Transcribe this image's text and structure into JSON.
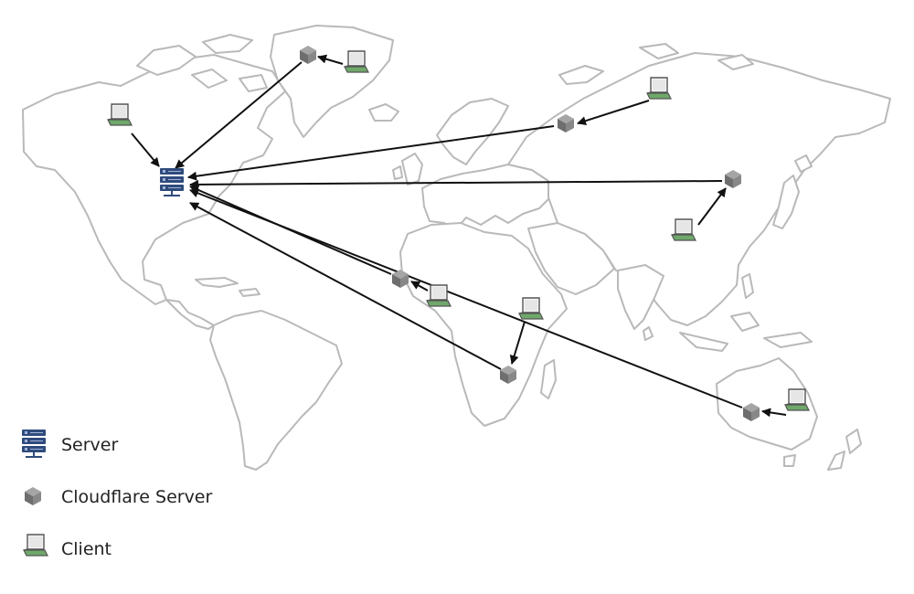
{
  "legend": {
    "server": {
      "label": "Server",
      "icon": "server-rack-icon"
    },
    "cloudflare": {
      "label": "Cloudflare Server",
      "icon": "cloudflare-cube-icon"
    },
    "client": {
      "label": "Client",
      "icon": "laptop-icon"
    }
  },
  "colors": {
    "land_outline": "#b9b9b9",
    "arrow": "#111111",
    "server_blue": "#2f4b7c",
    "cube_gray": "#777777",
    "laptop_green": "#6fa86a"
  },
  "network": {
    "origin": "origin-server-north-america",
    "edges": [
      {
        "from": "client-north-america",
        "to": "origin-server-north-america"
      },
      {
        "from": "client-greenland",
        "to": "cloudflare-greenland"
      },
      {
        "from": "cloudflare-greenland",
        "to": "origin-server-north-america"
      },
      {
        "from": "client-russia",
        "to": "cloudflare-russia"
      },
      {
        "from": "cloudflare-russia",
        "to": "origin-server-north-america"
      },
      {
        "from": "client-china",
        "to": "cloudflare-east-asia"
      },
      {
        "from": "cloudflare-east-asia",
        "to": "origin-server-north-america"
      },
      {
        "from": "client-west-africa",
        "to": "cloudflare-west-africa"
      },
      {
        "from": "cloudflare-west-africa",
        "to": "origin-server-north-america"
      },
      {
        "from": "client-east-africa",
        "to": "cloudflare-southern-africa"
      },
      {
        "from": "cloudflare-southern-africa",
        "to": "origin-server-north-america"
      },
      {
        "from": "client-australia",
        "to": "cloudflare-australia"
      },
      {
        "from": "cloudflare-australia",
        "to": "origin-server-north-america"
      }
    ]
  }
}
